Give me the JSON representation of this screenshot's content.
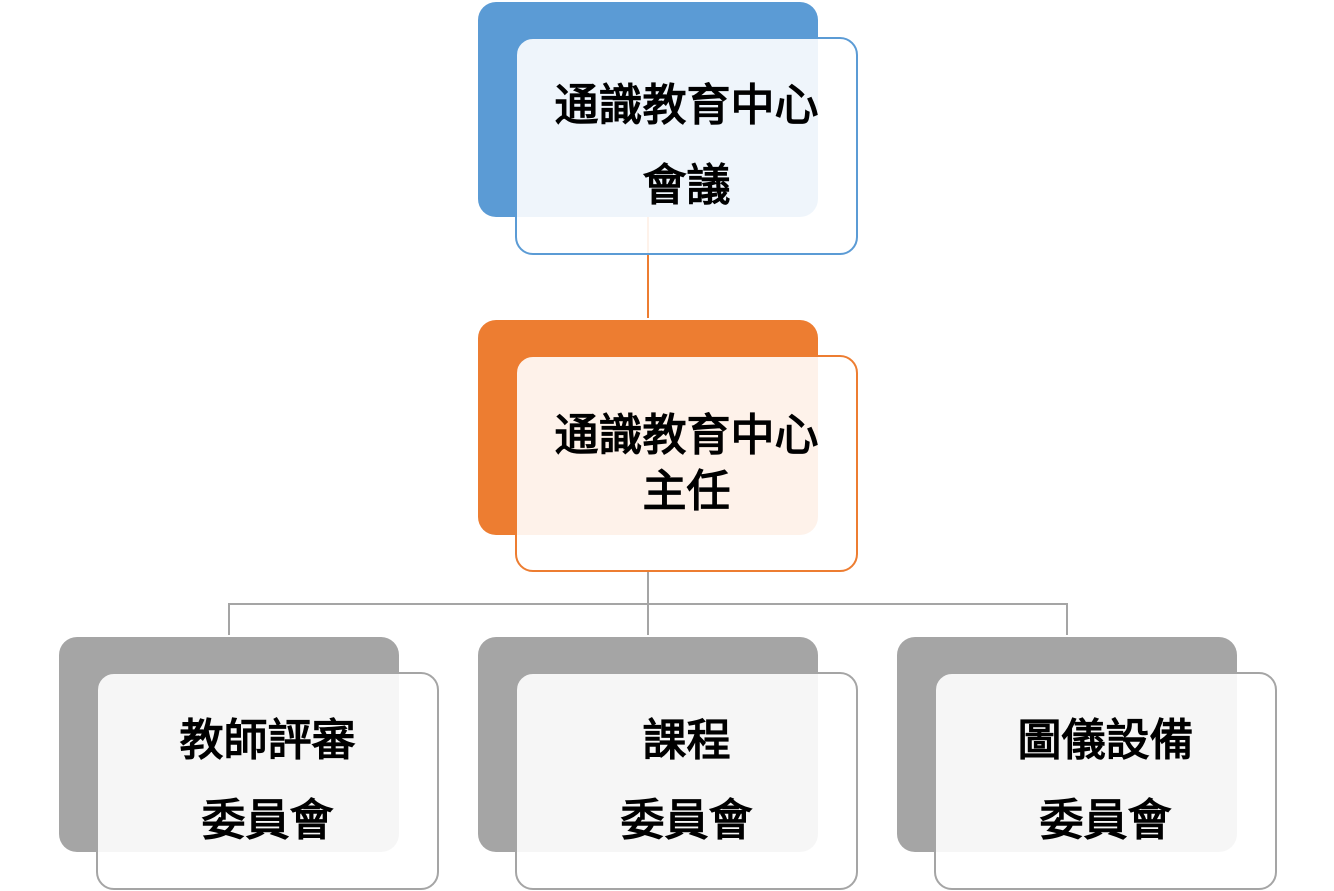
{
  "colors": {
    "level1": "#5B9BD5",
    "level2": "#ED7D31",
    "level3": "#A5A5A5"
  },
  "nodes": {
    "meeting": {
      "line1": "通識教育中心",
      "line2": "會議"
    },
    "director": {
      "line1": "通識教育中心",
      "line2": "主任"
    },
    "teacher_review": {
      "line1": "教師評審",
      "line2": "委員會"
    },
    "curriculum": {
      "line1": "課程",
      "line2": "委員會"
    },
    "library_equipment": {
      "line1": "圖儀設備",
      "line2": "委員會"
    }
  }
}
